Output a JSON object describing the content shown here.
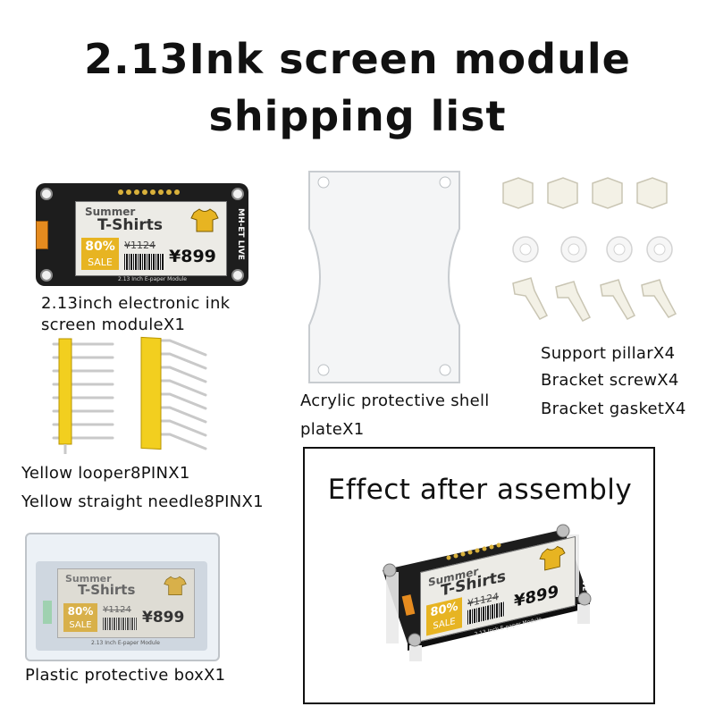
{
  "title": {
    "line1": "2.13Ink screen module",
    "line2": "shipping list"
  },
  "items": {
    "module": {
      "caption_line1": "2.13inch electronic ink",
      "caption_line2": "screen moduleX1"
    },
    "headers": {
      "caption_line1": "Yellow looper8PINX1",
      "caption_line2": "Yellow straight needle8PINX1"
    },
    "plate": {
      "caption_line1": "Acrylic protective shell",
      "caption_line2": "plateX1"
    },
    "hardware": {
      "caption_line1": "Support pillarX4",
      "caption_line2": "Bracket screwX4",
      "caption_line3": "Bracket gasketX4"
    },
    "box": {
      "caption": "Plastic protective boxX1"
    }
  },
  "effect": {
    "title": "Effect after assembly"
  },
  "screen_content": {
    "brand": "MH-ET LIVE",
    "summer": "Summer",
    "tshirts": "T-Shirts",
    "percent": "80%",
    "sale": "SALE",
    "old_price": "¥1124",
    "price": "¥899",
    "module_label": "2.13 Inch E-paper Module"
  },
  "colors": {
    "board": "#1d1d1d",
    "accent_yellow": "#e7b422",
    "header_yellow": "#f2cf1f",
    "connector_orange": "#e58b1f"
  }
}
